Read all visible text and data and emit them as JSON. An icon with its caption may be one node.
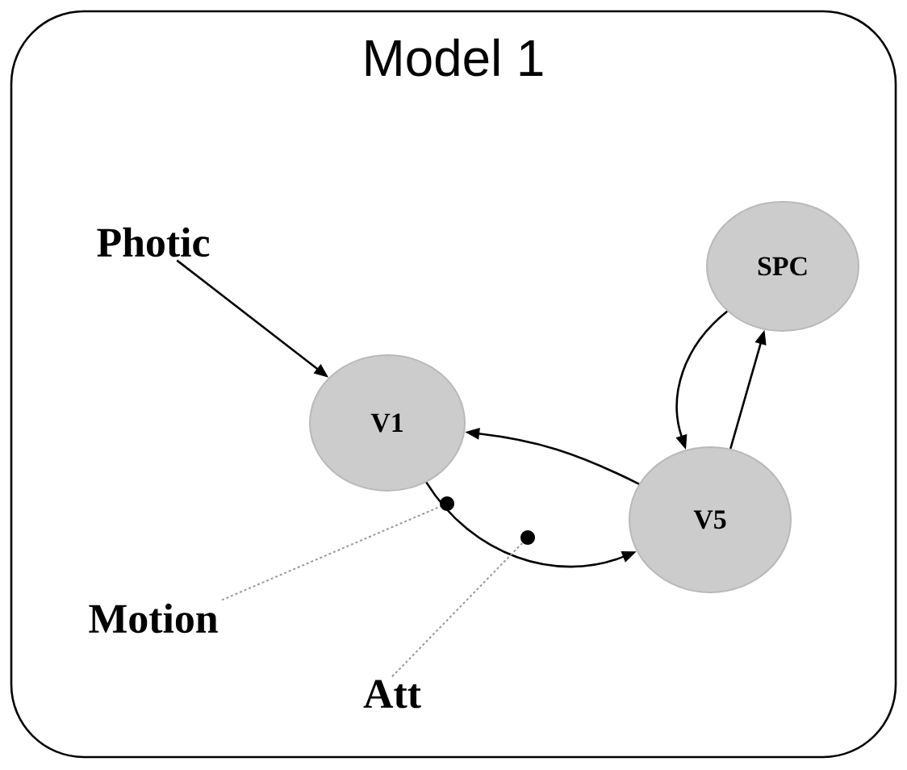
{
  "diagram": {
    "nodes": [
      {
        "text": [
          "Model 1"
        ]
      },
      {
        "text": [
          "Photic"
        ],
        "in": 0
      },
      {
        "text": [
          "SPC"
        ],
        "in": 0
      },
      {
        "text": [
          "V1"
        ],
        "in": 0
      },
      {
        "text": [
          "V5"
        ],
        "in": 0
      },
      {
        "text": [
          "Motion"
        ],
        "in": 0
      },
      {
        "text": [
          "Att"
        ],
        "in": 0
      }
    ],
    "edges": [
      {
        "from": 1,
        "to": 3,
        "arrow": "to"
      },
      {
        "from": 3,
        "to": 4,
        "arrow": "to"
      },
      {
        "from": 4,
        "to": 3,
        "arrow": "to"
      },
      {
        "from": 2,
        "to": 4,
        "arrow": "to"
      },
      {
        "from": 4,
        "to": 2,
        "arrow": "to"
      },
      {
        "from": 5,
        "to": null,
        "arrow": "none",
        "style": "dashed",
        "color": "#999999"
      },
      {
        "from": 6,
        "to": null,
        "arrow": "none",
        "style": "dashed",
        "color": "#999999"
      }
    ]
  }
}
